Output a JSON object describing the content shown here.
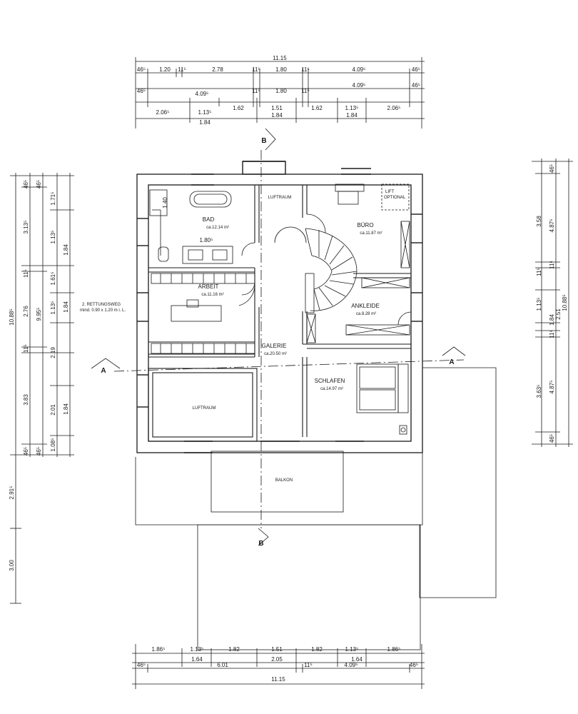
{
  "top_dimensions": {
    "overall": "11.15",
    "row1": [
      "46⁵",
      "1.20",
      "11⁵",
      "2.78",
      "11⁵",
      "1.80",
      "11⁵",
      "4.09⁵",
      "46⁵"
    ],
    "row2": [
      "46⁵",
      "4.09⁵",
      "11⁵",
      "1.80",
      "11⁵",
      "4.09⁵",
      "46⁵"
    ],
    "row3": [
      "2.06⁵",
      "1.13⁵",
      "1.62",
      "1.51",
      "1.62",
      "1.13⁵",
      "2.06⁵"
    ],
    "row4": [
      "1.84",
      "1.84",
      "1.84"
    ]
  },
  "bottom_dimensions": {
    "row1": [
      "1.86⁵",
      "1.13⁵",
      "1.82",
      "1.51",
      "1.82",
      "1.13⁵",
      "1.86⁵"
    ],
    "row2": [
      "1.64",
      "2.05",
      "1.64"
    ],
    "row3": [
      "46⁵",
      "6.01",
      "11⁵",
      "4.09⁵",
      "46⁵"
    ],
    "overall": "11.15"
  },
  "left_dimensions": {
    "overall": "10.88⁵",
    "col_a": [
      "46⁵",
      "3.13⁵",
      "11⁵",
      "2.76",
      "11⁵",
      "3.83",
      "46⁵"
    ],
    "col_b": [
      "46⁵",
      "9.95⁵",
      "46⁵"
    ],
    "col_c": [
      "1.71⁵",
      "1.13⁵",
      "1.61⁵",
      "1.13⁵",
      "2.19",
      "2.01",
      "1.08⁵"
    ],
    "col_d": [
      "1.84",
      "1.84",
      "1.84"
    ],
    "balcony_depth": "2.91⁵",
    "terrace_depth": "3.00"
  },
  "right_dimensions": {
    "overall": "10.88⁵",
    "col_a": [
      "46⁵",
      "4.87⁵",
      "11⁵",
      "4.87⁵",
      "46⁵"
    ],
    "col_b": [
      "3.58",
      "11⁵",
      "1.13⁵",
      "1.84",
      "2.51",
      "11⁵",
      "3.63⁵"
    ]
  },
  "rooms": {
    "bad": {
      "name": "BAD",
      "area": "ca.12.14 m²"
    },
    "buero": {
      "name": "BÜRO",
      "area": "ca.11.87 m²"
    },
    "arbeit": {
      "name": "ARBEIT",
      "area": "ca.11.16 m²"
    },
    "ankleide": {
      "name": "ANKLEIDE",
      "area": "ca.8.28 m²"
    },
    "galerie": {
      "name": "GALERIE",
      "area": "ca.20.50 m²"
    },
    "schlafen": {
      "name": "SCHLAFEN",
      "area": "ca.14.97 m²"
    },
    "luftraum_top": {
      "name": "LUFTRAUM"
    },
    "luftraum_left": {
      "name": "LUFTRAUM"
    },
    "balkon": {
      "name": "BALKON"
    }
  },
  "annotations": {
    "lift_line1": "LIFT",
    "lift_line2": "OPTIONAL",
    "rescue_line1": "2. RETTUNGSWEG",
    "rescue_line2": "mind. 0.90 x 1.20 m i. L.",
    "bath_height": "1.40",
    "bath_width": "1.80⁵"
  },
  "sections": {
    "a_left": "A",
    "a_right": "A",
    "b_top": "B",
    "b_bottom": "B"
  }
}
